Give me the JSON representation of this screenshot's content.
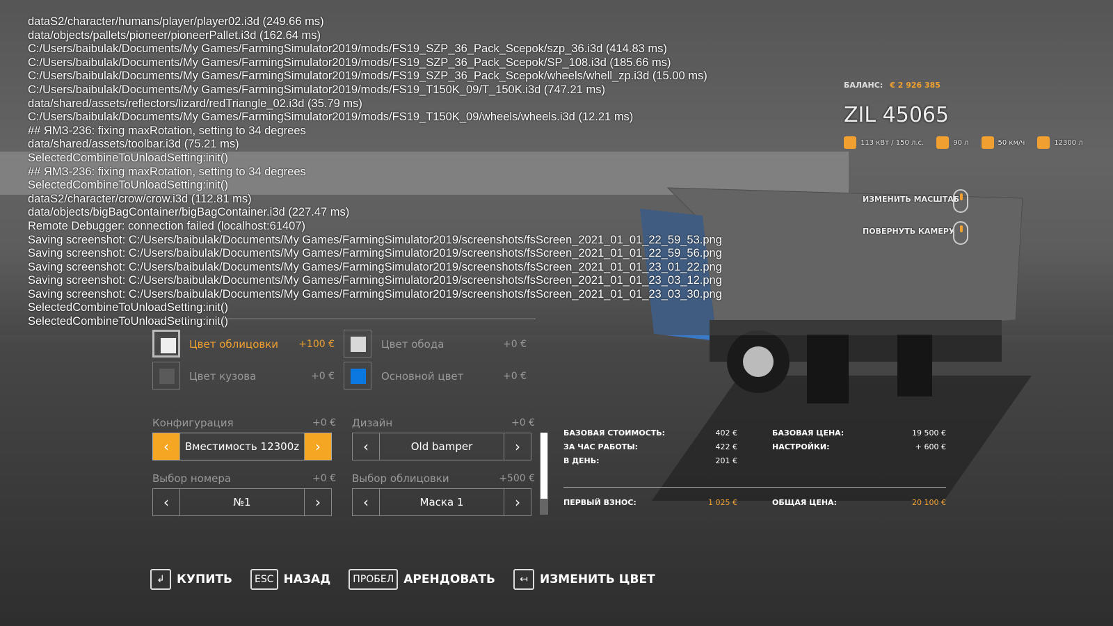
{
  "console_log": [
    "dataS2/character/humans/player/player02.i3d (249.66 ms)",
    "data/objects/pallets/pioneer/pioneerPallet.i3d (162.64 ms)",
    "C:/Users/baibulak/Documents/My Games/FarmingSimulator2019/mods/FS19_SZP_36_Pack_Scepok/szp_36.i3d (414.83 ms)",
    "C:/Users/baibulak/Documents/My Games/FarmingSimulator2019/mods/FS19_SZP_36_Pack_Scepok/SP_108.i3d (185.66 ms)",
    "C:/Users/baibulak/Documents/My Games/FarmingSimulator2019/mods/FS19_SZP_36_Pack_Scepok/wheels/whell_zp.i3d (15.00 ms)",
    "C:/Users/baibulak/Documents/My Games/FarmingSimulator2019/mods/FS19_T150K_09/T_150K.i3d (747.21 ms)",
    "data/shared/assets/reflectors/lizard/redTriangle_02.i3d (35.79 ms)",
    "C:/Users/baibulak/Documents/My Games/FarmingSimulator2019/mods/FS19_T150K_09/wheels/wheels.i3d (12.21 ms)",
    "## ЯМЗ-236: fixing maxRotation, setting to 34 degrees",
    "data/shared/assets/toolbar.i3d (75.21 ms)",
    "SelectedCombineToUnloadSetting:init()",
    "## ЯМЗ-236: fixing maxRotation, setting to 34 degrees",
    "SelectedCombineToUnloadSetting:init()",
    "dataS2/character/crow/crow.i3d (112.81 ms)",
    "data/objects/bigBagContainer/bigBagContainer.i3d (227.47 ms)",
    "Remote Debugger: connection failed (localhost:61407)",
    "Saving screenshot: C:/Users/baibulak/Documents/My Games/FarmingSimulator2019/screenshots/fsScreen_2021_01_01_22_59_53.png",
    "Saving screenshot: C:/Users/baibulak/Documents/My Games/FarmingSimulator2019/screenshots/fsScreen_2021_01_01_22_59_56.png",
    "Saving screenshot: C:/Users/baibulak/Documents/My Games/FarmingSimulator2019/screenshots/fsScreen_2021_01_01_23_01_22.png",
    "Saving screenshot: C:/Users/baibulak/Documents/My Games/FarmingSimulator2019/screenshots/fsScreen_2021_01_01_23_03_12.png",
    "Saving screenshot: C:/Users/baibulak/Documents/My Games/FarmingSimulator2019/screenshots/fsScreen_2021_01_01_23_03_30.png",
    "SelectedCombineToUnloadSetting:init()",
    "SelectedCombineToUnloadSetting:init()"
  ],
  "hints": {
    "zoom": "ИЗМЕНИТЬ МАСШТАБ",
    "rotate": "ПОВЕРНУТЬ КАМЕРУ"
  },
  "balance": {
    "label": "БАЛАНС:",
    "value": "€ 2 926 385"
  },
  "vehicle": {
    "name": "ZIL 45065",
    "stats": [
      "113 кВт / 150 л.с.",
      "90 л",
      "50 км/ч",
      "12300 л"
    ]
  },
  "colors": [
    {
      "label": "Цвет облицовки",
      "price": "+100 €",
      "swatch": "#eeeeee",
      "selected": true
    },
    {
      "label": "Цвет обода",
      "price": "+0 €",
      "swatch": "#d8d8d8"
    },
    {
      "label": "Цвет кузова",
      "price": "+0 €",
      "swatch": "#5a5a5a"
    },
    {
      "label": "Основной цвет",
      "price": "+0 €",
      "swatch": "#0a78e0"
    }
  ],
  "options": [
    {
      "label": "Конфигурация",
      "price": "+0 €",
      "value": "Вместимость 12300z"
    },
    {
      "label": "Дизайн",
      "price": "+0 €",
      "value": "Old bamper"
    },
    {
      "label": "Выбор номера",
      "price": "+0 €",
      "value": "№1"
    },
    {
      "label": "Выбор облицовки",
      "price": "+500 €",
      "value": "Маска 1"
    }
  ],
  "prices": {
    "base_cost": {
      "label": "БАЗОВАЯ СТОИМОСТЬ:",
      "value": "402 €"
    },
    "per_hour": {
      "label": "ЗА ЧАС РАБОТЫ:",
      "value": "422 €"
    },
    "per_day": {
      "label": "В ДЕНЬ:",
      "value": "201 €"
    },
    "base_price": {
      "label": "БАЗОВАЯ ЦЕНА:",
      "value": "19 500 €"
    },
    "settings": {
      "label": "НАСТРОЙКИ:",
      "value": "+ 600 €"
    },
    "down_payment": {
      "label": "ПЕРВЫЙ ВЗНОС:",
      "value": "1 025 €"
    },
    "total": {
      "label": "ОБЩАЯ ЦЕНА:",
      "value": "20 100 €"
    }
  },
  "actions": [
    {
      "key": "↲",
      "label": "КУПИТЬ"
    },
    {
      "key": "ESC",
      "label": "НАЗАД"
    },
    {
      "key": "ПРОБЕЛ",
      "label": "АРЕНДОВАТЬ"
    },
    {
      "key": "↤",
      "label": "ИЗМЕНИТЬ ЦВЕТ"
    }
  ]
}
